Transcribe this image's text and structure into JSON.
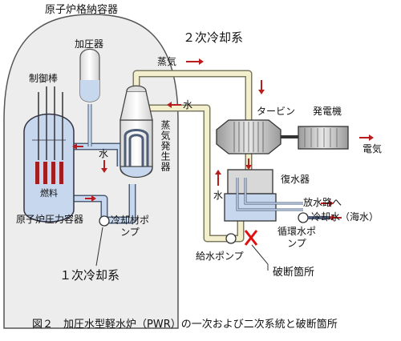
{
  "title": "図２　加圧水型軽水炉（PWR）の一次および二次系統と破断箇所",
  "labels": {
    "containment": "原子炉格納容器",
    "pressurizer": "加圧器",
    "control_rod": "制御棒",
    "fuel": "燃料",
    "reactor_vessel": "原子炉圧力容器",
    "coolant_pump": "冷却材ポンプ",
    "primary_loop": "１次冷却系",
    "secondary_loop": "２次冷却系",
    "steam": "蒸気",
    "water": "水",
    "steam_generator": "蒸気発生器",
    "turbine": "タービン",
    "generator": "発電機",
    "electricity": "電気",
    "condenser": "復水器",
    "to_outfall": "放水路へ",
    "cooling_water": "冷却水（海水）",
    "circulating_pump": "循環水ポンプ",
    "feedwater_pump": "給水ポンプ",
    "break_point": "破断箇所"
  },
  "colors": {
    "pipe_secondary": "#f3efcc",
    "pipe_secondary_edge": "#7d7a62",
    "pipe_primary": "#c7d8ee",
    "pipe_primary_edge": "#4e5e78",
    "arrow": "#b81c1c",
    "break_mark": "#e01010",
    "containment_fill": "#ededed",
    "water_fill": "#c7d8ee",
    "fuel_rod": "#a31f1f"
  }
}
